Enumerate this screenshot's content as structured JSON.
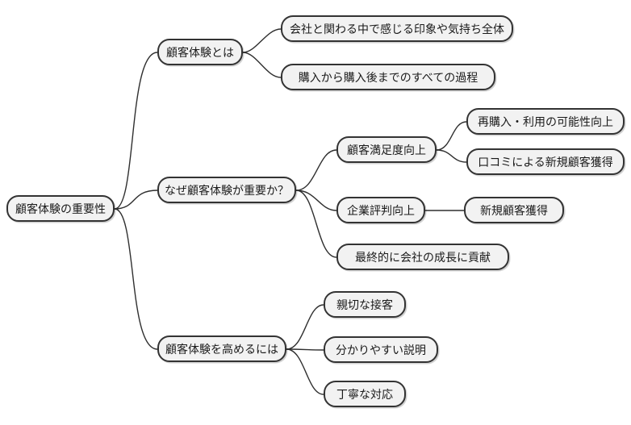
{
  "diagram": {
    "type": "mindmap",
    "direction": "left-to-right",
    "root": {
      "label": "顧客体験の重要性"
    },
    "branches": [
      {
        "label": "顧客体験とは",
        "children": [
          {
            "label": "会社と関わる中で感じる印象や気持ち全体"
          },
          {
            "label": "購入から購入後までのすべての過程"
          }
        ]
      },
      {
        "label": "なぜ顧客体験が重要か？",
        "children": [
          {
            "label": "顧客満足度向上",
            "children": [
              {
                "label": "再購入・利用の可能性向上"
              },
              {
                "label": "口コミによる新規顧客獲得"
              }
            ]
          },
          {
            "label": "企業評判向上",
            "children": [
              {
                "label": "新規顧客獲得"
              }
            ]
          },
          {
            "label": "最終的に会社の成長に貢献"
          }
        ]
      },
      {
        "label": "顧客体験を高めるには",
        "children": [
          {
            "label": "親切な接客"
          },
          {
            "label": "分かりやすい説明"
          },
          {
            "label": "丁寧な対応"
          }
        ]
      }
    ],
    "colors": {
      "background": "#ffffff",
      "node_fill": "#f2f2f2",
      "node_border": "#333333",
      "connector": "#2f2f2f",
      "text": "#1a1a1a"
    }
  }
}
